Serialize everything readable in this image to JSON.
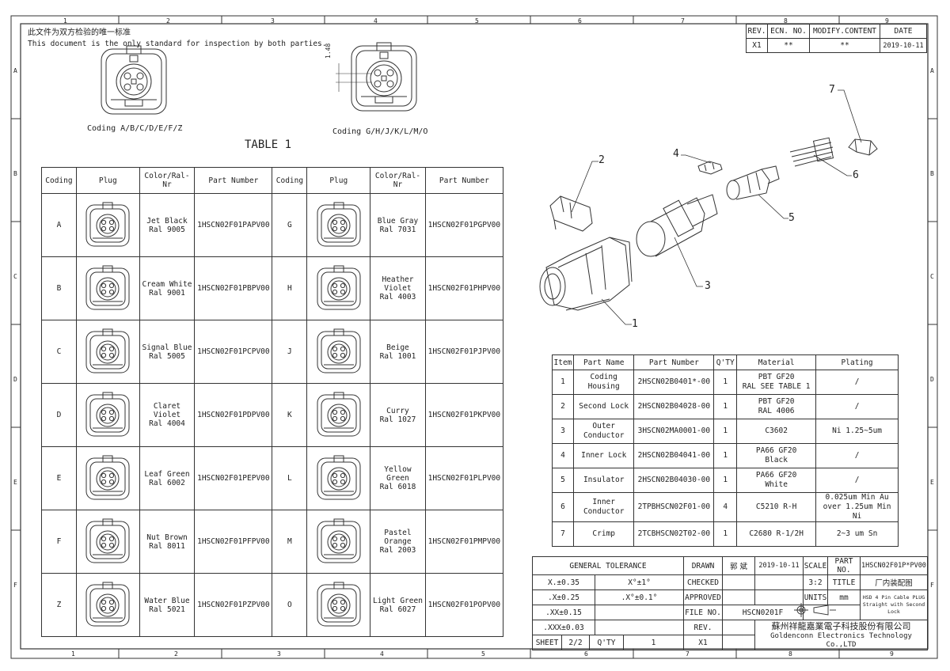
{
  "zone_numbers": [
    "1",
    "2",
    "3",
    "4",
    "5",
    "6",
    "7",
    "8",
    "9"
  ],
  "zone_letters": [
    "A",
    "B",
    "C",
    "D",
    "E",
    "F"
  ],
  "notice": {
    "cn": "此文件为双方检验的唯一标准",
    "en": "This document is the only standard for inspection by both parties."
  },
  "coding_views": {
    "left_caption": "Coding A/B/C/D/E/F/Z",
    "right_caption": "Coding G/H/J/K/L/M/O",
    "dimension": "1.48"
  },
  "table1": {
    "title": "TABLE 1",
    "headers": [
      "Coding",
      "Plug",
      "Color/Ral-Nr",
      "Part Number",
      "Coding",
      "Plug",
      "Color/Ral-Nr",
      "Part Number"
    ],
    "rows": [
      {
        "c1": "A",
        "col1": "Jet Black",
        "ral1": "Ral 9005",
        "pn1": "1HSCN02F01PAPV00",
        "c2": "G",
        "col2": "Blue Gray",
        "ral2": "Ral 7031",
        "pn2": "1HSCN02F01PGPV00"
      },
      {
        "c1": "B",
        "col1": "Cream White",
        "ral1": "Ral 9001",
        "pn1": "1HSCN02F01PBPV00",
        "c2": "H",
        "col2": "Heather Violet",
        "ral2": "Ral 4003",
        "pn2": "1HSCN02F01PHPV00"
      },
      {
        "c1": "C",
        "col1": "Signal Blue",
        "ral1": "Ral 5005",
        "pn1": "1HSCN02F01PCPV00",
        "c2": "J",
        "col2": "Beige",
        "ral2": "Ral 1001",
        "pn2": "1HSCN02F01PJPV00"
      },
      {
        "c1": "D",
        "col1": "Claret Violet",
        "ral1": "Ral 4004",
        "pn1": "1HSCN02F01PDPV00",
        "c2": "K",
        "col2": "Curry",
        "ral2": "Ral 1027",
        "pn2": "1HSCN02F01PKPV00"
      },
      {
        "c1": "E",
        "col1": "Leaf Green",
        "ral1": "Ral 6002",
        "pn1": "1HSCN02F01PEPV00",
        "c2": "L",
        "col2": "Yellow Green",
        "ral2": "Ral 6018",
        "pn2": "1HSCN02F01PLPV00"
      },
      {
        "c1": "F",
        "col1": "Nut Brown",
        "ral1": "Ral 8011",
        "pn1": "1HSCN02F01PFPV00",
        "c2": "M",
        "col2": "Pastel Orange",
        "ral2": "Ral 2003",
        "pn2": "1HSCN02F01PMPV00"
      },
      {
        "c1": "Z",
        "col1": "Water Blue",
        "ral1": "Ral 5021",
        "pn1": "1HSCN02F01PZPV00",
        "c2": "O",
        "col2": "Light Green",
        "ral2": "Ral 6027",
        "pn2": "1HSCN02F01POPV00"
      }
    ]
  },
  "revision": {
    "headers": [
      "REV.",
      "ECN. NO.",
      "MODIFY.CONTENT",
      "DATE"
    ],
    "row": [
      "X1",
      "**",
      "**",
      "2019-10-11"
    ]
  },
  "callouts": [
    "1",
    "2",
    "3",
    "4",
    "5",
    "6",
    "7"
  ],
  "bom": {
    "headers": [
      "Item",
      "Part Name",
      "Part Number",
      "Q'TY",
      "Material",
      "Plating"
    ],
    "rows": [
      {
        "item": "1",
        "name": "Coding Housing",
        "pn": "2HSCN02B0401*-00",
        "qty": "1",
        "mat1": "PBT GF20",
        "mat2": "RAL SEE TABLE 1",
        "plat1": "/",
        "plat2": ""
      },
      {
        "item": "2",
        "name": "Second Lock",
        "pn": "2HSCN02B04028-00",
        "qty": "1",
        "mat1": "PBT GF20",
        "mat2": "RAL 4006",
        "plat1": "/",
        "plat2": ""
      },
      {
        "item": "3",
        "name": "Outer Conductor",
        "pn": "3HSCN02MA0001-00",
        "qty": "1",
        "mat1": "C3602",
        "mat2": "",
        "plat1": "Ni 1.25~5um",
        "plat2": ""
      },
      {
        "item": "4",
        "name": "Inner Lock",
        "pn": "2HSCN02B04041-00",
        "qty": "1",
        "mat1": "PA66 GF20",
        "mat2": "Black",
        "plat1": "/",
        "plat2": ""
      },
      {
        "item": "5",
        "name": "Insulator",
        "pn": "2HSCN02B04030-00",
        "qty": "1",
        "mat1": "PA66 GF20",
        "mat2": "White",
        "plat1": "/",
        "plat2": ""
      },
      {
        "item": "6",
        "name": "Inner Conductor",
        "pn": "2TPBHSCN02F01-00",
        "qty": "4",
        "mat1": "C5210 R-H",
        "mat2": "",
        "plat1": "0.025um Min Au",
        "plat2": "over 1.25um Min Ni"
      },
      {
        "item": "7",
        "name": "Crimp",
        "pn": "2TCBHSCN02T02-00",
        "qty": "1",
        "mat1": "C2680 R-1/2H",
        "mat2": "",
        "plat1": "2~3 um Sn",
        "plat2": ""
      }
    ]
  },
  "title_block": {
    "general_tolerance": "GENERAL TOLERANCE",
    "tol_x": "X.±0.35",
    "tol_xx": ".X±0.25",
    "tol_xxx": ".XX±0.15",
    "tol_xxxx": ".XXX±0.03",
    "tol_ang1": "X°±1°",
    "tol_ang2": ".X°±0.1°",
    "drawn": "DRAWN",
    "drawn_by": "郭 斌",
    "drawn_date": "2019-10-11",
    "checked": "CHECKED",
    "approved": "APPROVED",
    "file_no": "FILE NO.",
    "file_no_value": "HSCN0201F",
    "rev": "REV.",
    "rev_value": "X1",
    "scale": "SCALE",
    "scale_value": "3:2",
    "units": "UNITS",
    "units_value": "mm",
    "part_no": "PART NO.",
    "part_no_value": "1HSCN02F01P*PV00",
    "title": "TITLE",
    "title_value": "厂内装配图",
    "desc1": "HSD 4 Pin Cable PLUG",
    "desc2": "Straight with Second Lock",
    "company_cn": "蘇州祥龍嘉業電子科技股份有限公司",
    "company_en": "Goldenconn Electronics Technology Co.,LTD",
    "sheet": "SHEET",
    "sheet_value": "2/2",
    "qty": "Q'TY",
    "qty_value": "1"
  }
}
